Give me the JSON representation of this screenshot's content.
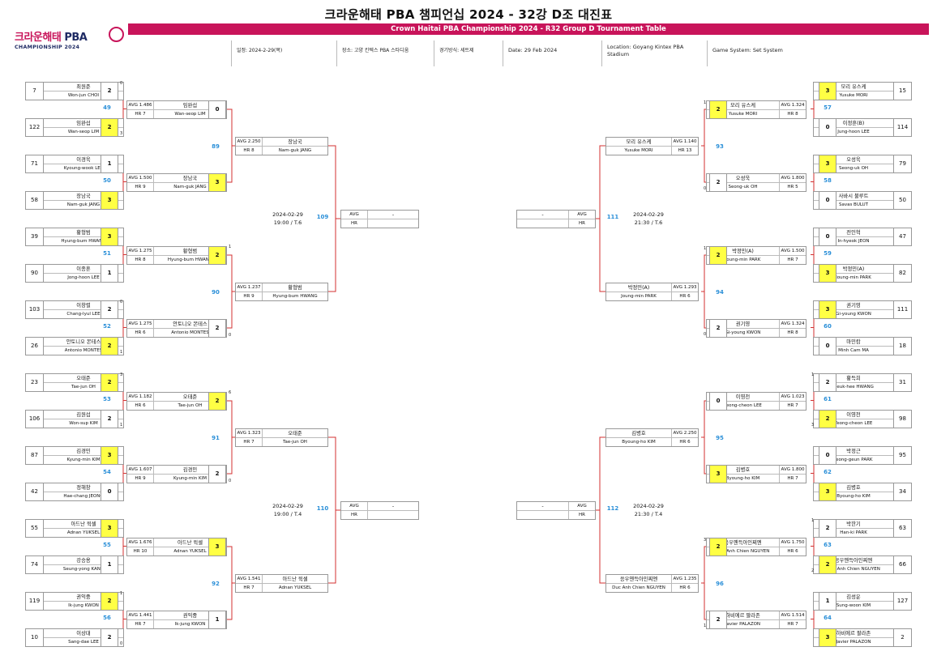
{
  "title_ko": "크라운해태 PBA 챔피언십 2024 - 32강 D조 대진표",
  "title_en": "Crown Haitai PBA Championship 2024 - R32 Group D Tournament Table",
  "logo": {
    "line1_a": "크라운해태",
    "line1_b": "PBA",
    "line2": "CHAMPIONSHIP 2024"
  },
  "info": {
    "date_ko": "일정: 2024-2-29(목)",
    "venue_ko": "장소: 고양 킨텍스 PBA 스타디움",
    "system_ko": "경기방식: 세트제",
    "date_en": "Date: 29 Feb 2024",
    "location_en": "Location: Goyang Kintex PBA Stadium",
    "system_en": "Game System: Set System"
  },
  "r32": [
    {
      "id": 49,
      "side": "L",
      "a": {
        "seed": "7",
        "ko": "최원준",
        "en": "Won-jun CHOI",
        "score": "2",
        "sets": "0"
      },
      "b": {
        "seed": "122",
        "ko": "임완섭",
        "en": "Wan-seop LIM",
        "score": "2",
        "sets": "3",
        "win": true
      }
    },
    {
      "id": 50,
      "side": "L",
      "a": {
        "seed": "71",
        "ko": "이경욱",
        "en": "Kyoung-wook LEE",
        "score": "1",
        "sets": ""
      },
      "b": {
        "seed": "58",
        "ko": "장남국",
        "en": "Nam-guk JANG",
        "score": "3",
        "sets": "",
        "win": true
      }
    },
    {
      "id": 51,
      "side": "L",
      "a": {
        "seed": "39",
        "ko": "황형범",
        "en": "Hyung-bum HWANG",
        "score": "3",
        "sets": "",
        "win": true
      },
      "b": {
        "seed": "90",
        "ko": "이종훈",
        "en": "Jong-hoon LEE",
        "score": "1",
        "sets": ""
      }
    },
    {
      "id": 52,
      "side": "L",
      "a": {
        "seed": "103",
        "ko": "이창렬",
        "en": "Chang-lyul LEE",
        "score": "2",
        "sets": "0"
      },
      "b": {
        "seed": "26",
        "ko": "안토니오 몬테스",
        "en": "Antonio MONTES",
        "score": "2",
        "sets": "1",
        "win": true
      }
    },
    {
      "id": 53,
      "side": "L",
      "a": {
        "seed": "23",
        "ko": "오태준",
        "en": "Tae-jun OH",
        "score": "2",
        "sets": "3",
        "win": true
      },
      "b": {
        "seed": "106",
        "ko": "김원섭",
        "en": "Won-sup KIM",
        "score": "2",
        "sets": "1"
      }
    },
    {
      "id": 54,
      "side": "L",
      "a": {
        "seed": "87",
        "ko": "김경민",
        "en": "Kyung-min KIM",
        "score": "3",
        "sets": "",
        "win": true
      },
      "b": {
        "seed": "42",
        "ko": "정해창",
        "en": "Hae-chang JEONG",
        "score": "0",
        "sets": ""
      }
    },
    {
      "id": 55,
      "side": "L",
      "a": {
        "seed": "55",
        "ko": "아드난 윅셀",
        "en": "Adnan YUKSEL",
        "score": "3",
        "sets": "",
        "win": true
      },
      "b": {
        "seed": "74",
        "ko": "강승용",
        "en": "Seung-yong KANG",
        "score": "1",
        "sets": ""
      }
    },
    {
      "id": 56,
      "side": "L",
      "a": {
        "seed": "119",
        "ko": "권익중",
        "en": "Ik-jung KWON",
        "score": "2",
        "sets": "1",
        "win": true
      },
      "b": {
        "seed": "10",
        "ko": "이상대",
        "en": "Sang-dae LEE",
        "score": "2",
        "sets": "0"
      }
    },
    {
      "id": 57,
      "side": "R",
      "a": {
        "seed": "15",
        "ko": "모리 유스케",
        "en": "Yusuke MORI",
        "score": "3",
        "sets": "",
        "win": true
      },
      "b": {
        "seed": "114",
        "ko": "이정훈(B)",
        "en": "Jung-hoon LEE",
        "score": "0",
        "sets": ""
      }
    },
    {
      "id": 58,
      "side": "R",
      "a": {
        "seed": "79",
        "ko": "오성욱",
        "en": "Seong-uk OH",
        "score": "3",
        "sets": "",
        "win": true
      },
      "b": {
        "seed": "50",
        "ko": "사바시 불루트",
        "en": "Savas BULUT",
        "score": "0",
        "sets": ""
      }
    },
    {
      "id": 59,
      "side": "R",
      "a": {
        "seed": "47",
        "ko": "전인혁",
        "en": "In-hyeok JEON",
        "score": "0",
        "sets": ""
      },
      "b": {
        "seed": "82",
        "ko": "박정민(A)",
        "en": "Joung-min PARK",
        "score": "3",
        "sets": "",
        "win": true
      }
    },
    {
      "id": 60,
      "side": "R",
      "a": {
        "seed": "111",
        "ko": "권기영",
        "en": "Gi-young KWON",
        "score": "3",
        "sets": "",
        "win": true
      },
      "b": {
        "seed": "18",
        "ko": "마민캄",
        "en": "Minh Cam MA",
        "score": "0",
        "sets": ""
      }
    },
    {
      "id": 61,
      "side": "R",
      "a": {
        "seed": "31",
        "ko": "황득희",
        "en": "Deuk-hee HWANG",
        "score": "2",
        "sets": "1"
      },
      "b": {
        "seed": "98",
        "ko": "이영천",
        "en": "Yeong-cheon LEE",
        "score": "2",
        "sets": "3",
        "win": true
      }
    },
    {
      "id": 62,
      "side": "R",
      "a": {
        "seed": "95",
        "ko": "박정근",
        "en": "Jeong-geun PARK",
        "score": "0",
        "sets": ""
      },
      "b": {
        "seed": "34",
        "ko": "김병호",
        "en": "Byoung-ho KIM",
        "score": "3",
        "sets": "",
        "win": true
      }
    },
    {
      "id": 63,
      "side": "R",
      "a": {
        "seed": "63",
        "ko": "박한기",
        "en": "Han-ki PARK",
        "score": "2",
        "sets": "1"
      },
      "b": {
        "seed": "66",
        "ko": "응우옌득아인찌엔",
        "en": "Duc Anh Chien NGUYEN",
        "score": "2",
        "sets": "2",
        "win": true
      }
    },
    {
      "id": 64,
      "side": "R",
      "a": {
        "seed": "127",
        "ko": "김성운",
        "en": "Sung-woon KIM",
        "score": "1",
        "sets": ""
      },
      "b": {
        "seed": "2",
        "ko": "하비에르 팔라존",
        "en": "Javier PALAZON",
        "score": "3",
        "sets": "",
        "win": true
      }
    }
  ],
  "r16": [
    {
      "id": 89,
      "side": "L",
      "a": {
        "avg": "AVG 1.486",
        "hr": "HR 7",
        "ko": "임완섭",
        "en": "Wan-seop LIM",
        "score": "0",
        "sets": ""
      },
      "b": {
        "avg": "AVG 1.500",
        "hr": "HR 9",
        "ko": "장남국",
        "en": "Nam-guk JANG",
        "score": "3",
        "sets": "",
        "win": true
      }
    },
    {
      "id": 90,
      "side": "L",
      "a": {
        "avg": "AVG 1.275",
        "hr": "HR 8",
        "ko": "황형범",
        "en": "Hyung-bum HWANG",
        "score": "2",
        "sets": "1",
        "win": true
      },
      "b": {
        "avg": "AVG 1.275",
        "hr": "HR 6",
        "ko": "안토니오 몬테스",
        "en": "Antonio MONTES",
        "score": "2",
        "sets": "0"
      }
    },
    {
      "id": 91,
      "side": "L",
      "a": {
        "avg": "AVG 1.182",
        "hr": "HR 6",
        "ko": "오태준",
        "en": "Tae-jun OH",
        "score": "2",
        "sets": "6",
        "win": true
      },
      "b": {
        "avg": "AVG 1.607",
        "hr": "HR 9",
        "ko": "김경민",
        "en": "Kyung-min KIM",
        "score": "2",
        "sets": "0"
      }
    },
    {
      "id": 92,
      "side": "L",
      "a": {
        "avg": "AVG 1.676",
        "hr": "HR 10",
        "ko": "아드난 윅셀",
        "en": "Adnan YUKSEL",
        "score": "3",
        "sets": "",
        "win": true
      },
      "b": {
        "avg": "AVG 1.441",
        "hr": "HR 7",
        "ko": "권익중",
        "en": "Ik-jung KWON",
        "score": "1",
        "sets": ""
      }
    },
    {
      "id": 93,
      "side": "R",
      "a": {
        "avg": "AVG 1.324",
        "hr": "HR 8",
        "ko": "모리 유스케",
        "en": "Yusuke MORI",
        "score": "2",
        "sets": "1",
        "win": true
      },
      "b": {
        "avg": "AVG 1.800",
        "hr": "HR 5",
        "ko": "오성욱",
        "en": "Seong-uk OH",
        "score": "2",
        "sets": "0"
      }
    },
    {
      "id": 94,
      "side": "R",
      "a": {
        "avg": "AVG 1.500",
        "hr": "HR 7",
        "ko": "박정민(A)",
        "en": "Joung-min PARK",
        "score": "2",
        "sets": "1",
        "win": true
      },
      "b": {
        "avg": "AVG 1.324",
        "hr": "HR 8",
        "ko": "권기영",
        "en": "Gi-young KWON",
        "score": "2",
        "sets": "0"
      }
    },
    {
      "id": 95,
      "side": "R",
      "a": {
        "avg": "AVG 1.023",
        "hr": "HR 7",
        "ko": "이영천",
        "en": "Yeong-cheon LEE",
        "score": "0",
        "sets": ""
      },
      "b": {
        "avg": "AVG 1.800",
        "hr": "HR 7",
        "ko": "김병호",
        "en": "Byoung-ho KIM",
        "score": "3",
        "sets": "",
        "win": true
      }
    },
    {
      "id": 96,
      "side": "R",
      "a": {
        "avg": "AVG 1.750",
        "hr": "HR 6",
        "ko": "응우옌득아인찌엔",
        "en": "Duc Anh Chien NGUYEN",
        "score": "2",
        "sets": "3",
        "win": true
      },
      "b": {
        "avg": "AVG 1.514",
        "hr": "HR 7",
        "ko": "하비에르 팔라존",
        "en": "Javier PALAZON",
        "score": "2",
        "sets": "1"
      }
    }
  ],
  "r8": [
    {
      "id": 109,
      "side": "L",
      "a": {
        "avg": "AVG 2.250",
        "hr": "HR 8",
        "ko": "장남국",
        "en": "Nam-guk JANG"
      },
      "b": {
        "avg": "AVG 1.237",
        "hr": "HR 9",
        "ko": "황형범",
        "en": "Hyung-bum HWANG"
      },
      "date": "2024-02-29",
      "time": "19:00 / T.6"
    },
    {
      "id": 110,
      "side": "L",
      "a": {
        "avg": "AVG 1.323",
        "hr": "HR 7",
        "ko": "오태준",
        "en": "Tae-jun OH"
      },
      "b": {
        "avg": "AVG 1.541",
        "hr": "HR 7",
        "ko": "아드난 윅셀",
        "en": "Adnan YUKSEL"
      },
      "date": "2024-02-29",
      "time": "19:00 / T.4"
    },
    {
      "id": 111,
      "side": "R",
      "a": {
        "avg": "AVG 1.140",
        "hr": "HR 13",
        "ko": "모리 유스케",
        "en": "Yusuke MORI"
      },
      "b": {
        "avg": "AVG 1.293",
        "hr": "HR 6",
        "ko": "박정민(A)",
        "en": "Joung-min PARK"
      },
      "date": "2024-02-29",
      "time": "21:30 / T.6"
    },
    {
      "id": 112,
      "side": "R",
      "a": {
        "avg": "AVG 2.250",
        "hr": "HR 6",
        "ko": "김병호",
        "en": "Byoung-ho KIM"
      },
      "b": {
        "avg": "AVG 1.235",
        "hr": "HR 6",
        "ko": "응우옌득아인찌엔",
        "en": "Duc Anh Chien NGUYEN"
      },
      "date": "2024-02-29",
      "time": "21:30 / T.4"
    }
  ],
  "final_box": {
    "avg": "AVG",
    "hr": "HR",
    "dash": "-"
  },
  "colors": {
    "accent": "#c8145a",
    "winner": "#ffff44",
    "match_number": "#2a8fd8",
    "bracket_line": "#d33030"
  }
}
